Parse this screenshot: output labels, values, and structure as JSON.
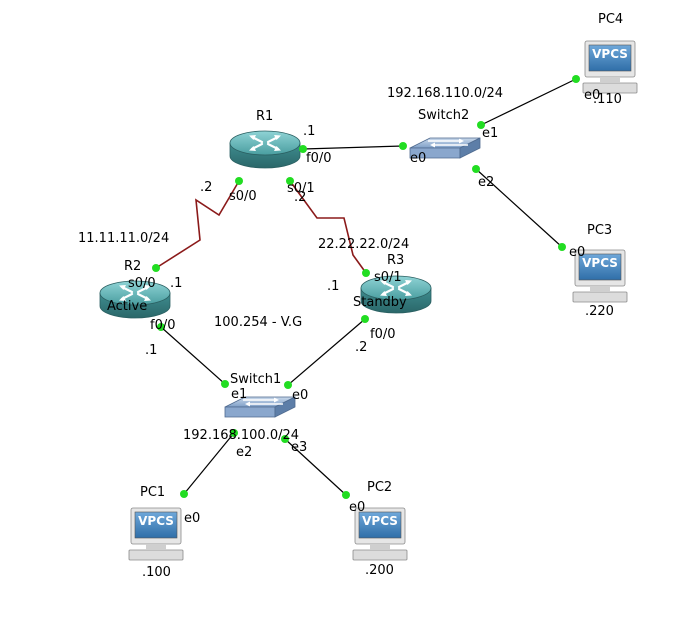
{
  "colors": {
    "link": "#000000",
    "serial": "#8b1a1a",
    "port_dot": "#22dd22",
    "router_body": "#4a9ea0",
    "switch_body": "#7fa0c8",
    "pc_screen": "#3a7fbf"
  },
  "devices": {
    "r1": {
      "name": "R1",
      "type": "router"
    },
    "r2": {
      "name": "R2",
      "type": "router",
      "role": "Active"
    },
    "r3": {
      "name": "R3",
      "type": "router",
      "role": "Standby"
    },
    "switch1": {
      "name": "Switch1",
      "type": "switch"
    },
    "switch2": {
      "name": "Switch2",
      "type": "switch"
    },
    "pc1": {
      "name": "PC1",
      "type": "vpcs",
      "screen": "VPCS",
      "host": ".100"
    },
    "pc2": {
      "name": "PC2",
      "type": "vpcs",
      "screen": "VPCS",
      "host": ".200"
    },
    "pc3": {
      "name": "PC3",
      "type": "vpcs",
      "screen": "VPCS",
      "host": ".220"
    },
    "pc4": {
      "name": "PC4",
      "type": "vpcs",
      "screen": "VPCS",
      "host": ".110"
    }
  },
  "ports": {
    "r1_f00": "f0/0",
    "r1_s00": "s0/0",
    "r1_s01": "s0/1",
    "r2_s00": "s0/0",
    "r2_f00": "f0/0",
    "r3_s01": "s0/1",
    "r3_f00": "f0/0",
    "sw1_e0": "e0",
    "sw1_e1": "e1",
    "sw1_e2": "e2",
    "sw1_e3": "e3",
    "sw2_e0": "e0",
    "sw2_e1": "e1",
    "sw2_e2": "e2",
    "pc1_e0": "e0",
    "pc2_e0": "e0",
    "pc3_e0": "e0",
    "pc4_e0": "e0"
  },
  "addresses": {
    "r1_f00": ".1",
    "r1_s00": ".2",
    "r1_s01": ".2",
    "r2_s00": ".1",
    "r2_f00": ".1",
    "r3_s01": ".1",
    "r3_f00": ".2"
  },
  "networks": {
    "sw2_lan": "192.168.110.0/24",
    "r1_r2": "11.11.11.0/24",
    "r1_r3": "22.22.22.0/24",
    "sw1_lan": "192.168.100.0/24",
    "vip": "100.254 - V.G"
  }
}
